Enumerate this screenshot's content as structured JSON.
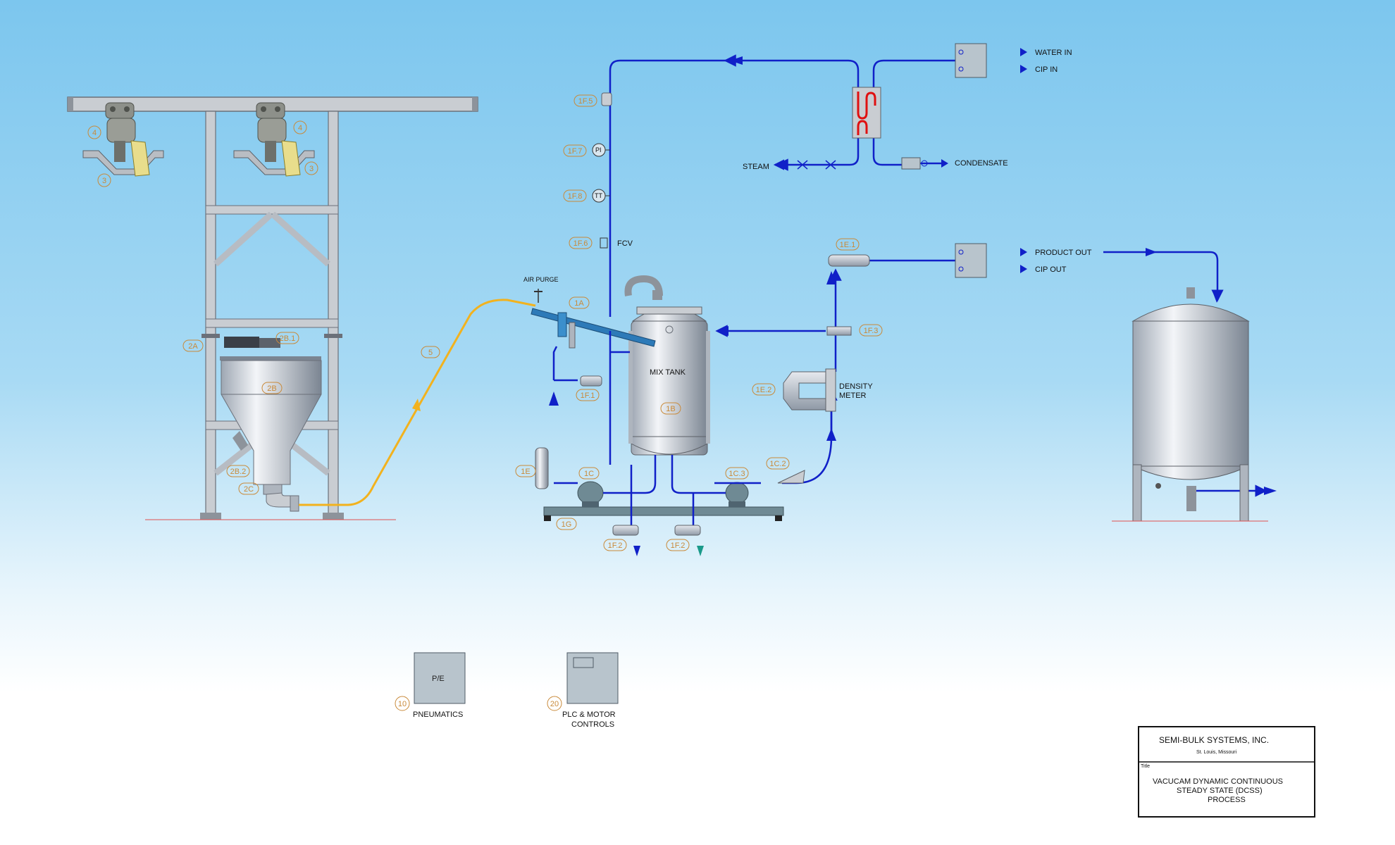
{
  "labels": {
    "water_in": "WATER IN",
    "cip_in": "CIP IN",
    "steam": "STEAM",
    "condensate": "CONDENSATE",
    "product_out": "PRODUCT OUT",
    "cip_out": "CIP OUT",
    "fcv": "FCV",
    "air_purge": "AIR PURGE",
    "mix_tank": "MIX TANK",
    "density_meter_1": "DENSITY",
    "density_meter_2": "METER",
    "pi": "PI",
    "tt": "TT",
    "pe": "P/E",
    "pneumatics": "PNEUMATICS",
    "plc_1": "PLC & MOTOR",
    "plc_2": "CONTROLS"
  },
  "tags": {
    "t1f5": "1F.5",
    "t1f7": "1F.7",
    "t1f8": "1F.8",
    "t1f6": "1F.6",
    "t1e1": "1E.1",
    "t1f3": "1F.3",
    "t1a": "1A",
    "t1f1": "1F.1",
    "t1e2": "1E.2",
    "t1b": "1B",
    "t1e": "1E",
    "t1c": "1C",
    "t1c3": "1C.3",
    "t1c2": "1C.2",
    "t1g": "1G",
    "t1f2a": "1F.2",
    "t1f2b": "1F.2",
    "t4a": "4",
    "t4b": "4",
    "t3a": "3",
    "t3b": "3",
    "t2a": "2A",
    "t2b1": "2B.1",
    "t2b": "2B",
    "t2b2": "2B.2",
    "t2c": "2C",
    "t5": "5",
    "t10": "10",
    "t20": "20"
  },
  "title_block": {
    "company": "SEMI-BULK SYSTEMS, INC.",
    "location": "St. Louis, Missouri",
    "title_tag": "Title",
    "line1": "VACUCAM  DYNAMIC CONTINUOUS",
    "line2": "STEADY STATE (DCSS)",
    "line3": "PROCESS"
  },
  "colors": {
    "pipe": "#1020c8",
    "feed": "#f2b21e",
    "tag": "#c98a3a",
    "heater": "#e01010"
  }
}
